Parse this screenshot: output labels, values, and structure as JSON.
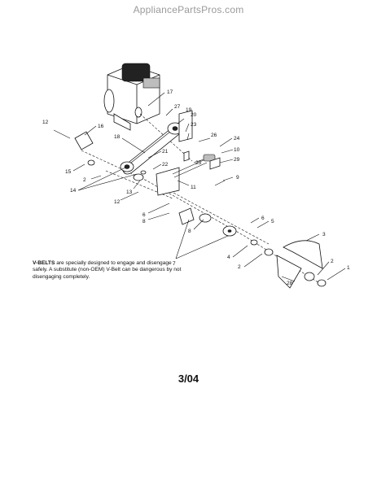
{
  "watermark": "AppliancePartsPros.com",
  "note": {
    "bold": "V-BELTS",
    "text": " are specially designed to engage and disengage safely. A substitute (non-OEM) V-Belt can be dangerous by not disengaging completely."
  },
  "date_code": "3/04",
  "callouts": [
    "17",
    "16",
    "12",
    "27",
    "19",
    "20",
    "23",
    "26",
    "18",
    "10",
    "24",
    "21",
    "22",
    "25",
    "29",
    "15",
    "9",
    "2",
    "14",
    "13",
    "12",
    "11",
    "6",
    "8",
    "6",
    "5",
    "8",
    "3",
    "4",
    "2",
    "7",
    "2",
    "1",
    "28"
  ]
}
